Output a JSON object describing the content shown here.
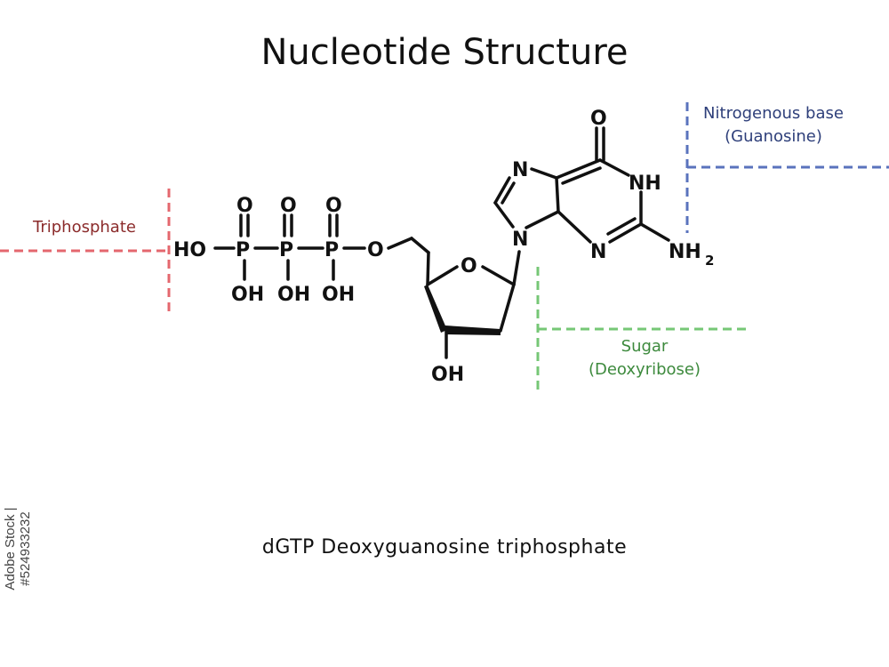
{
  "title": "Nucleotide Structure",
  "caption": "dGTP Deoxyguanosine triphosphate",
  "stock_id": "Adobe Stock | #524933232",
  "labels": {
    "triphosphate": "Triphosphate",
    "base_line1": "Nitrogenous base",
    "base_line2": "(Guanosine)",
    "sugar_line1": "Sugar",
    "sugar_line2": "(Deoxyribose)"
  },
  "colors": {
    "triphosphate": "#e4676e",
    "base": "#5a73bd",
    "sugar": "#76c776",
    "triphosphate_text": "#8b2b2b",
    "base_text": "#2e3f7a",
    "sugar_text": "#3d8a3d"
  },
  "atoms": {
    "ho": "HO",
    "p": "P",
    "o": "O",
    "oh": "OH",
    "n": "N",
    "nh": "NH",
    "nh2": "NH",
    "sub2": "2"
  }
}
